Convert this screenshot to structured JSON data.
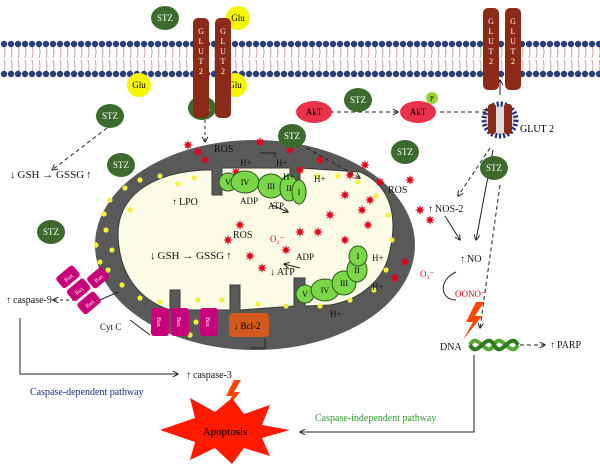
{
  "labels": {
    "stz": "STZ",
    "glu": "Glu",
    "glut2": "GLUT 2",
    "glut2_vertical": [
      "G",
      "L",
      "U",
      "T",
      "2"
    ],
    "akt": "AkT",
    "p": "P",
    "ros": "ROS",
    "gsh_gssg": "GSH → GSSG",
    "lpo": "LPO",
    "adp": "ADP",
    "atp": "ATP",
    "h_plus": "H+",
    "superoxide": "O₂⁻",
    "nos2": "NOS-2",
    "no": "NO",
    "oono": "OONO⁻",
    "dna": "DNA",
    "parp": "PARP",
    "caspase9": "caspase-9",
    "caspase3": "caspase-3",
    "cyt_c": "Cyt C",
    "bax": "Bax",
    "bcl2": "Bcl-2",
    "apoptosis": "Apoptosis",
    "caspase_dependent": "Caspase-dependent pathway",
    "caspase_independent": "Caspase-independent pathway",
    "up_arrow": "↑",
    "down_arrow": "↓",
    "complexes": [
      "V",
      "IV",
      "III",
      "II",
      "I"
    ]
  },
  "colors": {
    "stz": "#3d6b2e",
    "glu": "#f5f500",
    "glut": "#8b2a16",
    "akt": "#e8314a",
    "ros": "#e4001b",
    "mito_outer": "#595959",
    "mito_inner": "#fbfbe6",
    "complex": "#7bd64a",
    "bax": "#c8007a",
    "bcl2": "#d2581b",
    "apoptosis": "#ff1a00",
    "dependent_text": "#1b2f7a",
    "independent_text": "#2f9a2f",
    "dna": "#58a838",
    "lightning": "#ff4500"
  }
}
